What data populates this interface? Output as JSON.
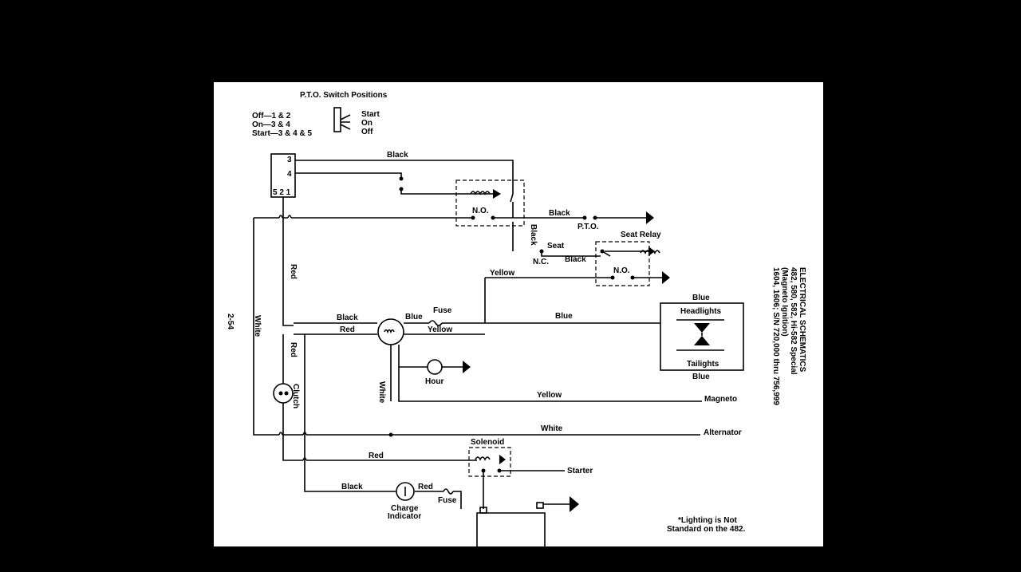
{
  "pto": {
    "title": "P.T.O. Switch Positions",
    "pos_off": "Off—1 & 2",
    "pos_on": "On—3 & 4",
    "pos_start": "Start—3 & 4 & 5",
    "label_start": "Start",
    "label_on": "On",
    "label_off": "Off",
    "term_3": "3",
    "term_4": "4",
    "term_bottom": "5 2 1"
  },
  "wires": {
    "black_top": "Black",
    "black_pto": "Black",
    "black_vertical": "Black",
    "black_seat": "Black",
    "black_key": "Black",
    "black_charge": "Black",
    "red_vertical1": "Red",
    "red_vertical2": "Red",
    "red_key": "Red",
    "red_solenoid": "Red",
    "red_charge": "Red",
    "white_left": "White",
    "white_key": "White",
    "white_alt": "White",
    "yellow_seat": "Yellow",
    "yellow_key": "Yellow",
    "yellow_magneto": "Yellow",
    "blue_key": "Blue",
    "blue_lights": "Blue",
    "blue_head": "Blue",
    "blue_tail": "Blue"
  },
  "components": {
    "no1": "N.O.",
    "no2": "N.O.",
    "nc": "N.C.",
    "pto_out": "P.T.O.",
    "seat_relay": "Seat Relay",
    "seat": "Seat",
    "fuse1": "Fuse",
    "fuse2": "Fuse",
    "headlights": "Headlights",
    "taillights": "Tailights",
    "hour": "Hour",
    "magneto": "Magneto",
    "alternator": "Alternator",
    "clutch": "Clutch",
    "solenoid": "Solenoid",
    "starter": "Starter",
    "charge1": "Charge",
    "charge2": "Indicator",
    "note1": "*Lighting is Not",
    "note2": "Standard on the 482."
  },
  "side_title": {
    "line1": "ELECTRICAL SCHEMATICS",
    "line2": "482, 580, 582, Hi-582 Special",
    "line3": "(Magneto Ignition)",
    "line4": "1604, 1606; S/N 720,000 thru 756,999"
  },
  "page_number": "2-54"
}
